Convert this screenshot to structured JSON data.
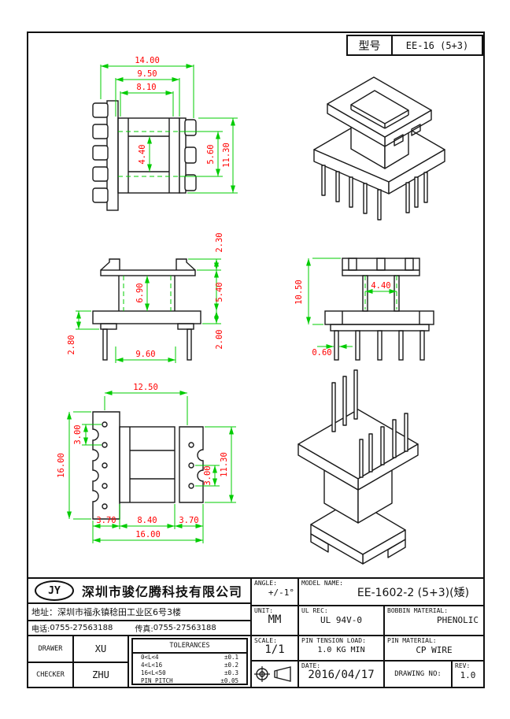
{
  "model_box": {
    "label": "型号",
    "value": "EE-16 (5+3)"
  },
  "dims": {
    "top_view": {
      "total_width": "14.00",
      "flange_width": "9.50",
      "window_width": "8.10",
      "core_width": "4.40",
      "inner_depth": "5.60",
      "total_depth": "11.30"
    },
    "front_view": {
      "window_height": "6.90",
      "pin_span": "9.60",
      "flange_drop": "2.80",
      "tab_height": "2.30",
      "body_height": "5.40",
      "foot_height": "2.00"
    },
    "side_view": {
      "total_height": "10.50",
      "core_width": "4.40",
      "pin_width": "0.60"
    },
    "bottom_view": {
      "top_width": "12.50",
      "left_length": "16.00",
      "pin_pitch_left": "3.00",
      "right_length": "11.30",
      "pin_pitch_right": "3.00",
      "left_margin": "3.70",
      "center_width": "8.40",
      "right_margin": "3.70",
      "total_width": "16.00"
    }
  },
  "title_block": {
    "company": {
      "logo": "JY",
      "name": "深圳市骏亿腾科技有限公司",
      "address_label": "地址：",
      "address": "深圳市福永镇稔田工业区6号3楼",
      "phone_label": "电话: ",
      "phone": "0755-27563188",
      "fax_label": "传真: ",
      "fax": "0755-27563188"
    },
    "drawer_label": "DRAWER",
    "drawer": "XU",
    "checker_label": "CHECKER",
    "checker": "ZHU",
    "tolerances_title": "TOLERANCES",
    "tolerances": [
      {
        "range": "0<L<4",
        "tol": "±0.1"
      },
      {
        "range": "4<L<16",
        "tol": "±0.2"
      },
      {
        "range": "16<L<50",
        "tol": "±0.3"
      },
      {
        "range": "PIN PITCH",
        "tol": "±0.05"
      }
    ],
    "angle_label": "ANGLE:",
    "angle": "+/-1°",
    "model_name_label": "MODEL NAME:",
    "model_name": "EE-1602-2 (5+3)(矮)",
    "unit_label": "UNIT:",
    "unit": "MM",
    "ul_label": "UL REC:",
    "ul": "UL 94V-0",
    "bobbin_material_label": "BOBBIN MATERIAL:",
    "bobbin_material": "PHENOLIC",
    "scale_label": "SCALE:",
    "scale": "1/1",
    "pin_tension_label": "PIN TENSION LOAD:",
    "pin_tension": "1.0 KG MIN",
    "pin_material_label": "PIN MATERIAL:",
    "pin_material": "CP WIRE",
    "date_label": "DATE:",
    "date": "2016/04/17",
    "drawing_no_label": "DRAWING NO:",
    "rev_label": "REV:",
    "rev": "1.0"
  }
}
